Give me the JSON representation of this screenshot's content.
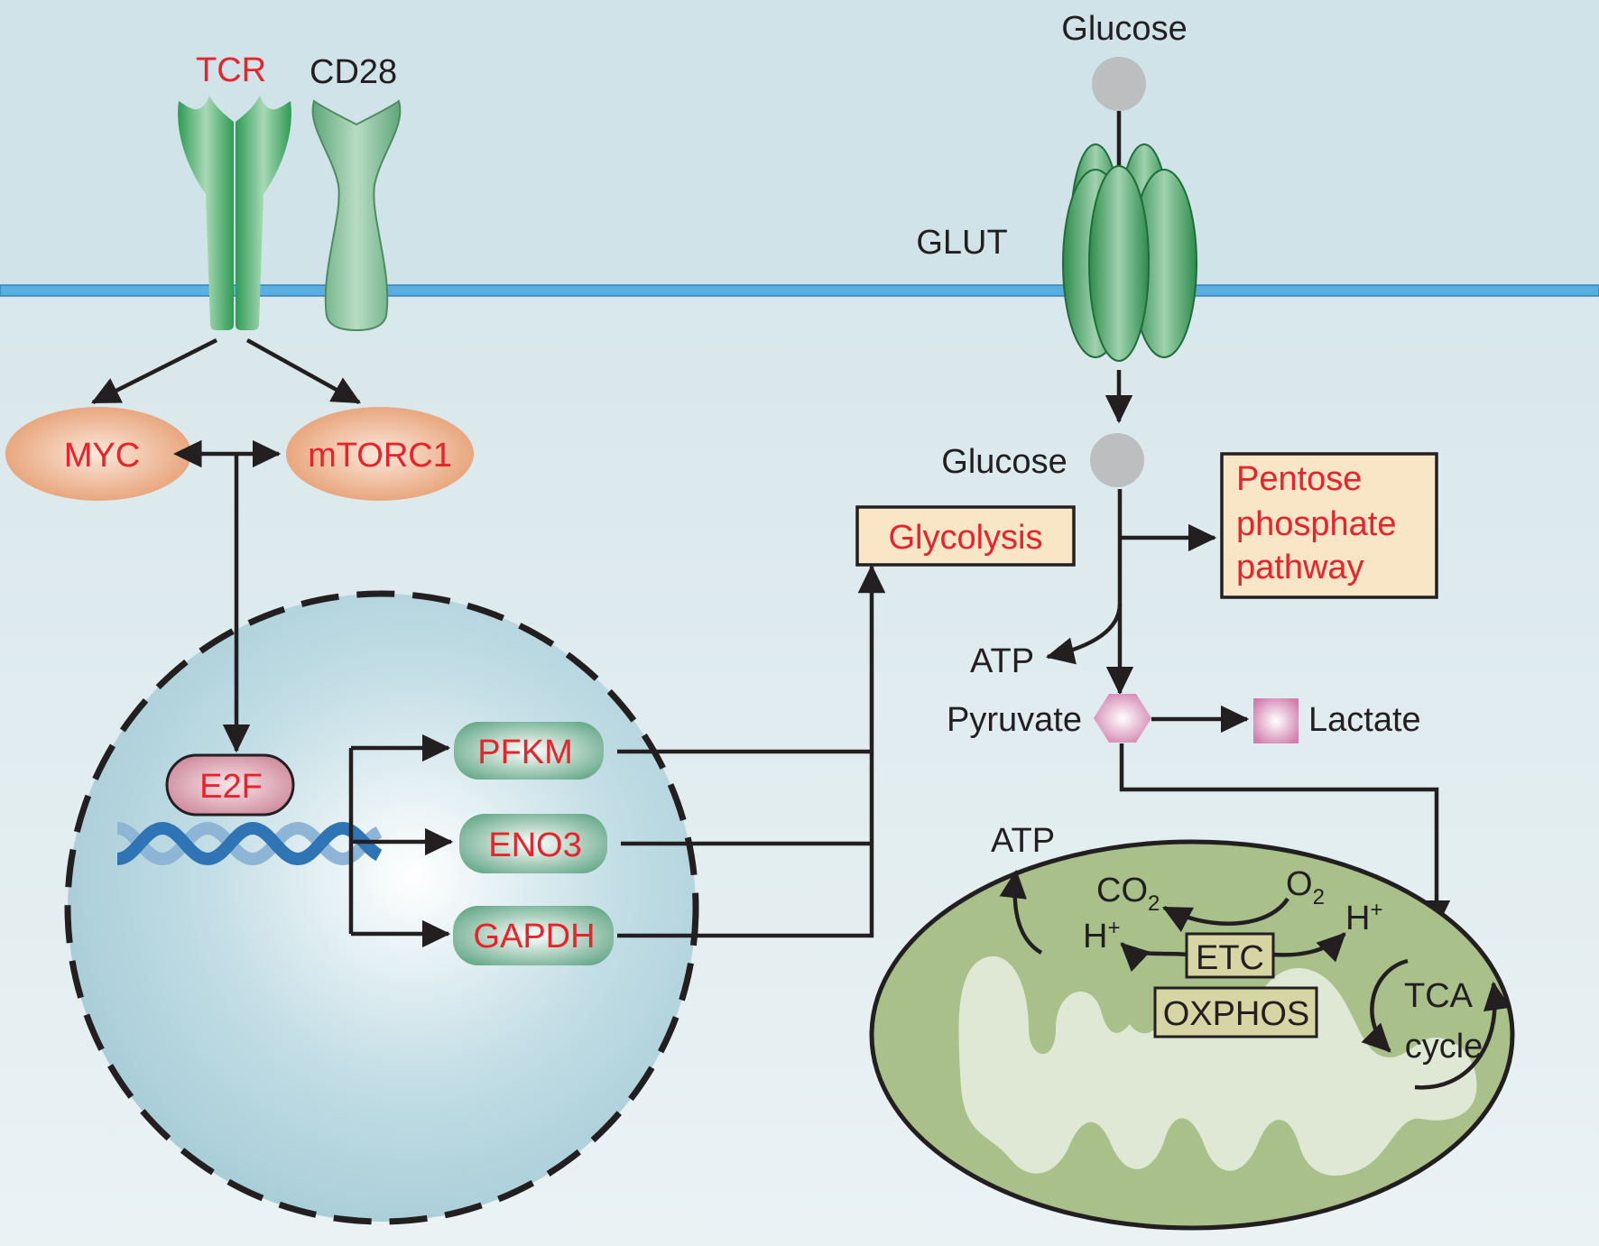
{
  "receptors": {
    "tcr": "TCR",
    "cd28": "CD28"
  },
  "regulators": {
    "myc": "MYC",
    "mtorc1": "mTORC1"
  },
  "nucleus": {
    "tf": "E2F",
    "genes": [
      "PFKM",
      "ENO3",
      "GAPDH"
    ]
  },
  "glucose_uptake": {
    "glucose_out": "Glucose",
    "transporter": "GLUT",
    "glucose_in": "Glucose"
  },
  "pathways": {
    "glycolysis": "Glycolysis",
    "ppp_line1": "Pentose",
    "ppp_line2": "phosphate",
    "ppp_line3": "pathway"
  },
  "metabolites": {
    "atp_glycolysis": "ATP",
    "pyruvate": "Pyruvate",
    "lactate": "Lactate"
  },
  "mitochondrion": {
    "atp": "ATP",
    "co2": "CO",
    "co2_sub": "2",
    "o2": "O",
    "o2_sub": "2",
    "h_left": "H",
    "h_right": "H",
    "h_sup": "+",
    "etc": "ETC",
    "oxphos": "OXPHOS",
    "tca_line1": "TCA",
    "tca_line2": "cycle"
  },
  "colors": {
    "background": "#d9e8ec",
    "membrane": "#5aaee0",
    "label_red": "#e8232a",
    "receptor_green": "#3aa860",
    "regulator_orange": "#e9a278",
    "gene_green": "#5fa985",
    "box_fill": "#f8e6c7",
    "mito_green": "#a9c08a",
    "glucose_gray": "#bcbec0",
    "pyruvate_pink": "#d989b5"
  }
}
